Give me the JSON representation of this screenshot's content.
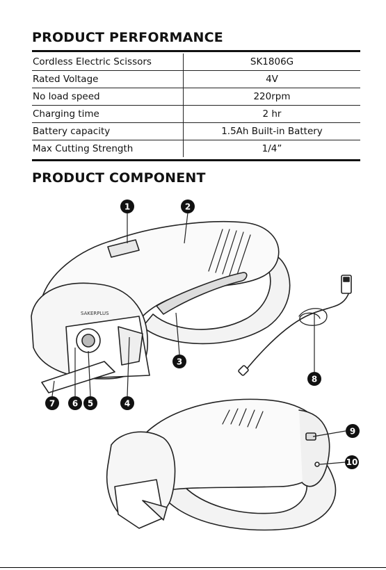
{
  "section_titles": {
    "performance": "PRODUCT PERFORMANCE",
    "component": "PRODUCT COMPONENT"
  },
  "spec_table": [
    {
      "label": "Cordless Electric Scissors",
      "value": "SK1806G"
    },
    {
      "label": "Rated Voltage",
      "value": "4V"
    },
    {
      "label": "No load speed",
      "value": "220rpm"
    },
    {
      "label": "Charging time",
      "value": "2 hr"
    },
    {
      "label": "Battery capacity",
      "value": "1.5Ah Built-in Battery"
    },
    {
      "label": "Max Cutting Strength",
      "value": "1/4”"
    }
  ],
  "callouts": [
    "1",
    "2",
    "3",
    "4",
    "5",
    "6",
    "7",
    "8",
    "9",
    "10"
  ],
  "brand_on_device": "SAKERPLUS"
}
